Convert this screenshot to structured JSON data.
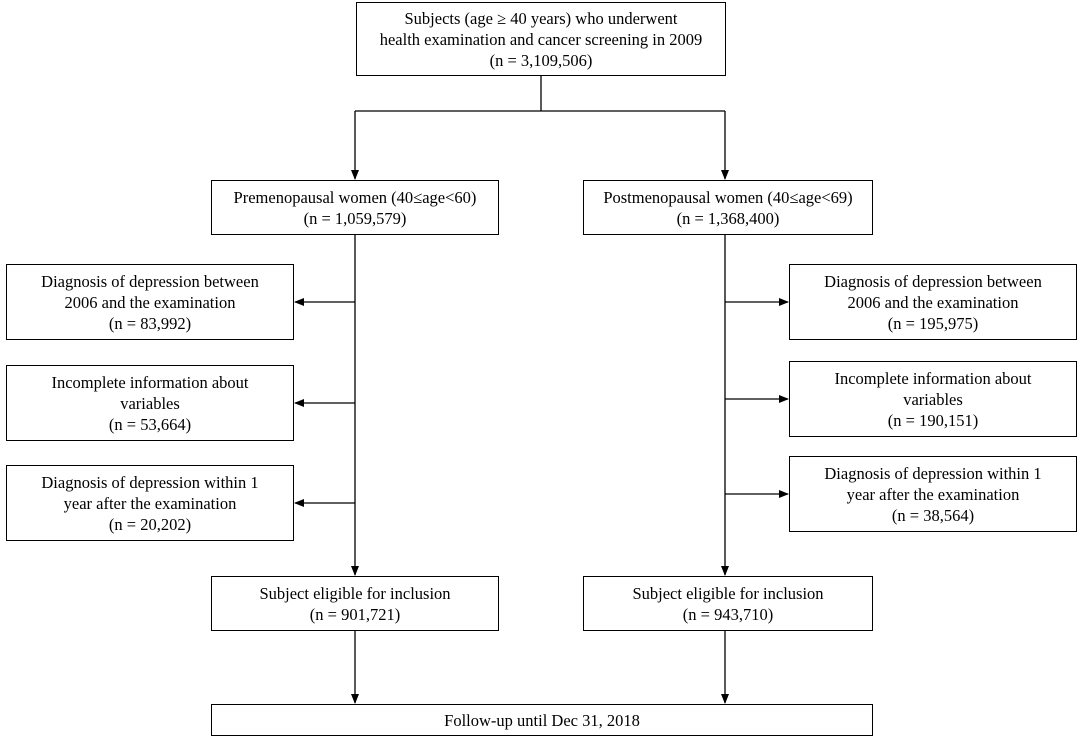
{
  "top_box": {
    "line1": "Subjects (age ≥ 40 years) who underwent",
    "line2": "health examination and cancer screening in 2009",
    "line3": "(n = 3,109,506)"
  },
  "premenopausal": {
    "title": "Premenopausal women (40≤age<60)",
    "count": "(n = 1,059,579)",
    "exclusions": [
      {
        "line1": "Diagnosis of depression between",
        "line2": "2006 and the examination",
        "count": "(n = 83,992)"
      },
      {
        "line1": "Incomplete information about",
        "line2": "variables",
        "count": "(n = 53,664)"
      },
      {
        "line1": "Diagnosis of depression within 1",
        "line2": "year after the examination",
        "count": "(n = 20,202)"
      }
    ],
    "eligible": {
      "title": "Subject eligible for inclusion",
      "count": "(n = 901,721)"
    }
  },
  "postmenopausal": {
    "title": "Postmenopausal women (40≤age<69)",
    "count": "(n = 1,368,400)",
    "exclusions": [
      {
        "line1": "Diagnosis of depression between",
        "line2": "2006 and the examination",
        "count": "(n = 195,975)"
      },
      {
        "line1": "Incomplete information about",
        "line2": "variables",
        "count": "(n = 190,151)"
      },
      {
        "line1": "Diagnosis of depression within 1",
        "line2": "year after the examination",
        "count": "(n = 38,564)"
      }
    ],
    "eligible": {
      "title": "Subject eligible for inclusion",
      "count": "(n = 943,710)"
    }
  },
  "follow_up": {
    "text": "Follow-up until Dec 31, 2018"
  },
  "colors": {
    "line": "#000000",
    "box_border": "#000000",
    "background": "#ffffff"
  }
}
